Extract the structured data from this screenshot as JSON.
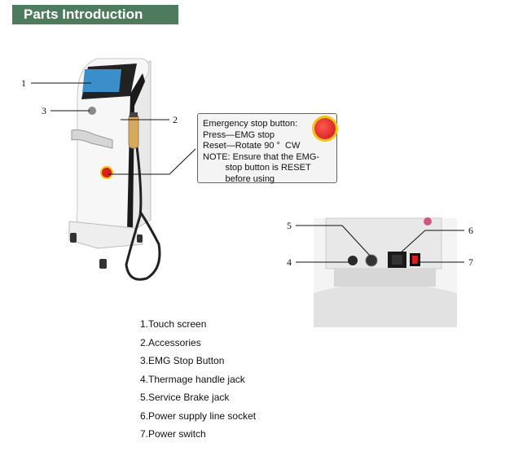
{
  "header": {
    "title": "Parts Introduction"
  },
  "callouts": [
    "1",
    "2",
    "3",
    "4",
    "5",
    "6",
    "7"
  ],
  "note": {
    "lines": [
      "Emergency stop button:",
      "Press—EMG stop",
      "Reset—Rotate 90 °  CW",
      "NOTE: Ensure that the EMG-",
      "         stop button is RESET",
      "         before using"
    ]
  },
  "parts": [
    "1.Touch screen",
    "2.Accessories",
    "3.EMG Stop Button",
    "4.Thermage handle jack",
    "5.Service Brake jack",
    "6.Power supply line socket",
    "7.Power switch"
  ],
  "colors": {
    "header_bg": "#4e7a5e",
    "emg_red": "#d81e1e"
  }
}
